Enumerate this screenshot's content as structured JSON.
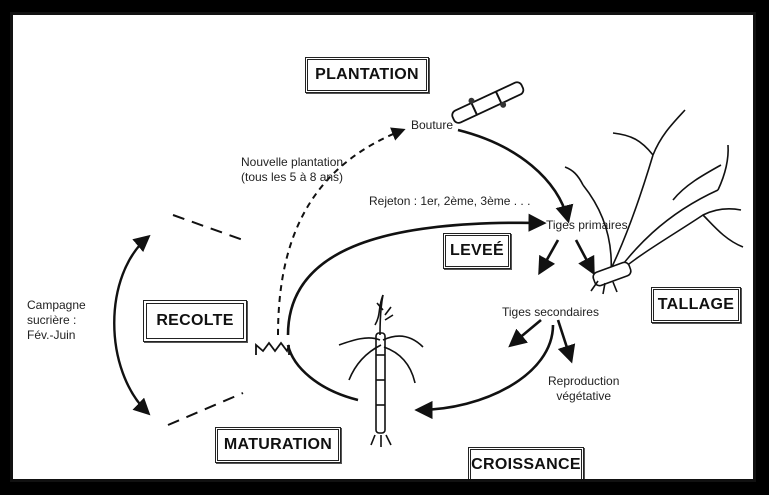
{
  "stages": {
    "plantation": "PLANTATION",
    "levee": "LEVEÉ",
    "tallage": "TALLAGE",
    "croissance": "CROISSANCE",
    "maturation": "MATURATION",
    "recolte": "RECOLTE"
  },
  "labels": {
    "bouture": "Bouture",
    "nouvelle_plantation_1": "Nouvelle plantation",
    "nouvelle_plantation_2": "(tous les 5 à 8 ans)",
    "rejeton": "Rejeton : 1er, 2ème, 3ème . . .",
    "tiges_primaires": "Tiges primaires",
    "tiges_secondaires": "Tiges secondaires",
    "reproduction_1": "Reproduction",
    "reproduction_2": "végétative",
    "campagne_1": "Campagne",
    "campagne_2": "sucrière :",
    "campagne_3": "Fév.-Juin"
  },
  "colors": {
    "background": "#000000",
    "panel": "#ffffff",
    "ink": "#222222"
  },
  "icons": [
    "cane-cutting-icon",
    "tillered-cane-icon",
    "mature-cane-icon",
    "cut-stump-icon"
  ]
}
